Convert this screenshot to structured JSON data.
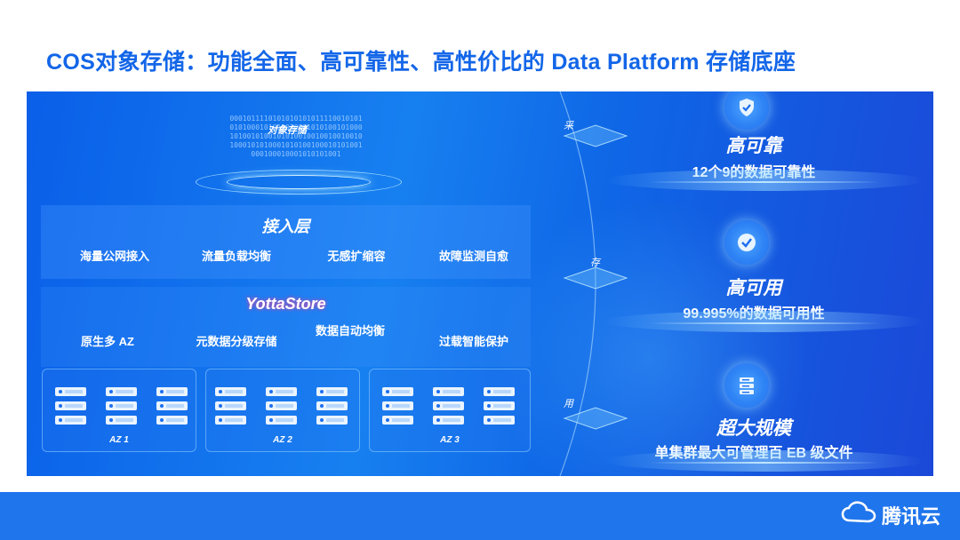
{
  "title": "COS对象存储：功能全面、高可靠性、高性价比的 Data Platform 存储底座",
  "object_storage": {
    "label": "对象存储",
    "binary_lines": [
      "0001011110101010101011110010101",
      "0101000101011010001010100101000",
      "1010010100101010010010010010010",
      "1000101010001010100100010101001",
      "000100010001010101001"
    ]
  },
  "access_layer": {
    "title": "接入层",
    "items": [
      "海量公网接入",
      "流量负载均衡",
      "无感扩缩容",
      "故障监测自愈"
    ]
  },
  "yottastore": {
    "title": "YottaStore",
    "items": [
      "原生多 AZ",
      "元数据分级存储",
      "数据自动均衡",
      "过载智能保护"
    ],
    "zones": [
      "AZ 1",
      "AZ 2",
      "AZ 3"
    ]
  },
  "flow_labels": [
    "采",
    "存",
    "用"
  ],
  "features": [
    {
      "title": "高可靠",
      "subtitle": "12个9的数据可靠性",
      "icon": "shield-check-icon"
    },
    {
      "title": "高可用",
      "subtitle": "99.995%的数据可用性",
      "icon": "circle-check-icon"
    },
    {
      "title": "超大规模",
      "subtitle": "单集群最大可管理百 EB 级文件",
      "icon": "server-rack-icon"
    }
  ],
  "brand": {
    "name": "腾讯云",
    "icon": "cloud-logo-icon"
  }
}
